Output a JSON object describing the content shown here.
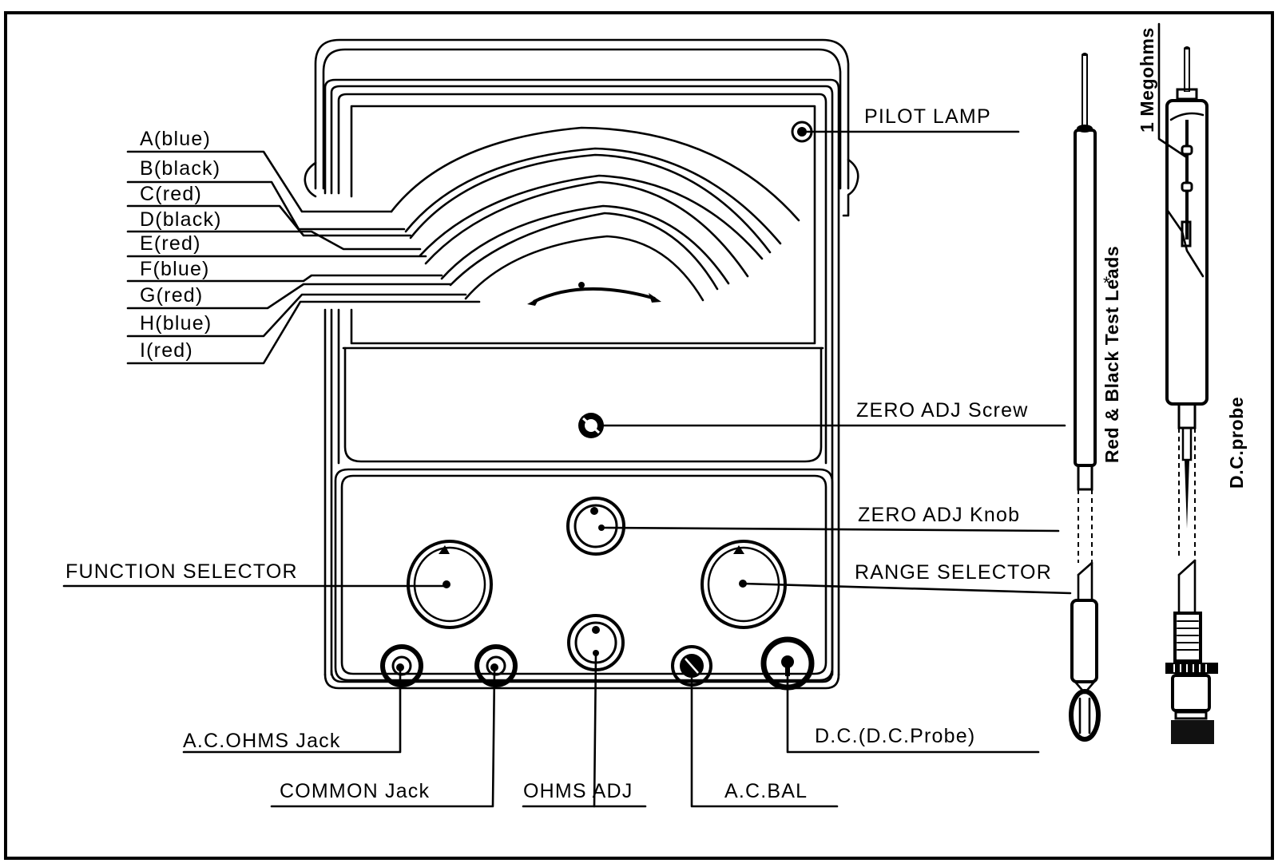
{
  "diagram": {
    "subject": "Vacuum tube voltmeter front panel and probes",
    "meter_scales": [
      {
        "id": "A",
        "label": "A(blue)",
        "color": "blue"
      },
      {
        "id": "B",
        "label": "B(black)",
        "color": "black"
      },
      {
        "id": "C",
        "label": "C(red)",
        "color": "red"
      },
      {
        "id": "D",
        "label": "D(black)",
        "color": "black"
      },
      {
        "id": "E",
        "label": "E(red)",
        "color": "red"
      },
      {
        "id": "F",
        "label": "F(blue)",
        "color": "blue"
      },
      {
        "id": "G",
        "label": "G(red)",
        "color": "red"
      },
      {
        "id": "H",
        "label": "H(blue)",
        "color": "blue"
      },
      {
        "id": "I",
        "label": "I(red)",
        "color": "red"
      }
    ],
    "callouts": {
      "pilot_lamp": "PILOT LAMP",
      "zero_adj_screw": "ZERO ADJ Screw",
      "zero_adj_knob": "ZERO ADJ Knob",
      "range_selector": "RANGE SELECTOR",
      "function_selector": "FUNCTION SELECTOR",
      "ac_ohms_jack": "A.C.OHMS Jack",
      "common_jack": "COMMON Jack",
      "ohms_adj": "OHMS ADJ",
      "ac_bal": "A.C.BAL",
      "dc_probe_jack": "D.C.(D.C.Probe)"
    },
    "accessories": {
      "test_leads": "Red & Black Test Leads",
      "test_leads_mark": "*",
      "dc_probe": "D.C.probe",
      "resistor": "1 Megohms"
    }
  }
}
